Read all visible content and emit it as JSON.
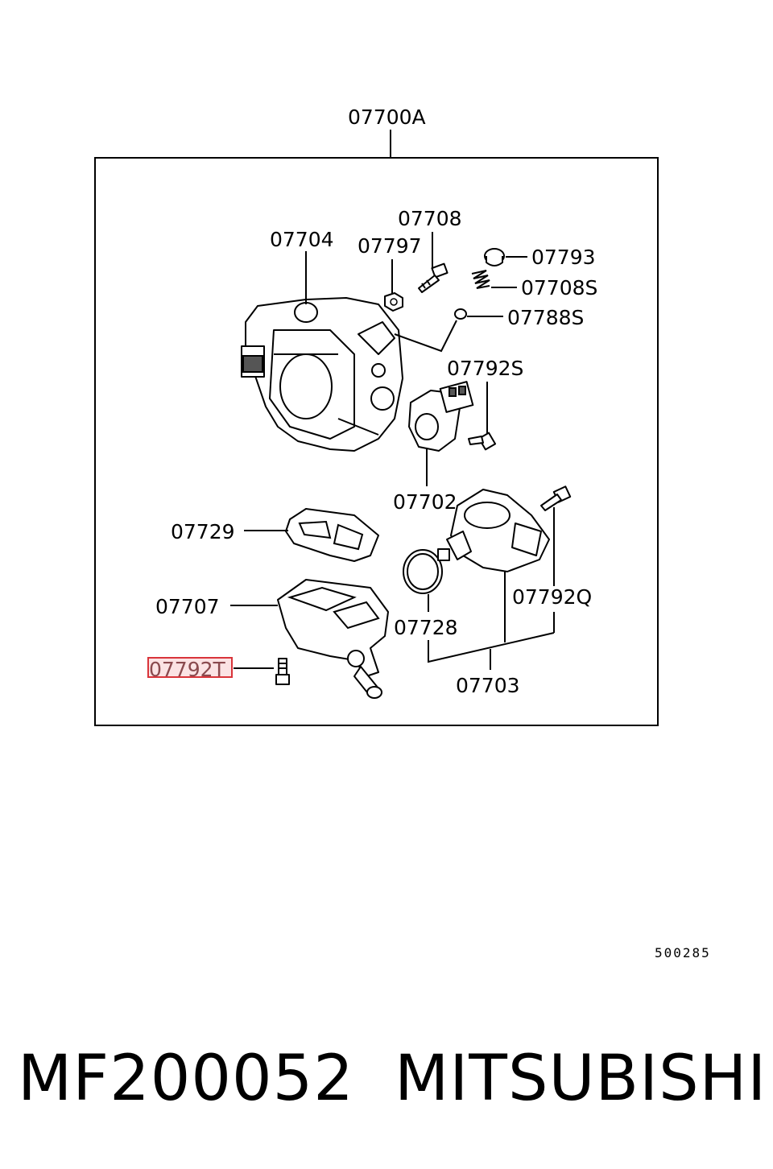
{
  "diagram": {
    "assembly_label": "07700A",
    "labels": {
      "p07704": "07704",
      "p07708": "07708",
      "p07797": "07797",
      "p07793": "07793",
      "p07708S": "07708S",
      "p07788S": "07788S",
      "p07792S": "07792S",
      "p07702": "07702",
      "p07729": "07729",
      "p07707": "07707",
      "p07792T": "07792T",
      "p07728": "07728",
      "p07792Q": "07792Q",
      "p07703": "07703"
    },
    "highlighted_label": "07792T",
    "highlight_color": "#d9343a",
    "ref_number": "500285"
  },
  "footer": {
    "part_number": "MF200052",
    "brand": "MITSUBISHI"
  }
}
